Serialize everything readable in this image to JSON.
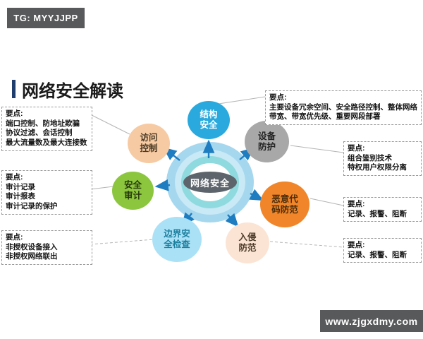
{
  "badges": {
    "top_left": "TG: MYYJJPP",
    "bottom_right": "www.zjgxdmy.com"
  },
  "title": "网络安全解读",
  "center_label": "网络安全",
  "nodes": {
    "structure": {
      "label": "结构安全",
      "color": "#29a9dd"
    },
    "access": {
      "label": "访问控制",
      "color": "#f6caa2"
    },
    "device": {
      "label": "设备防护",
      "color": "#a8a8a8"
    },
    "audit": {
      "label": "安全审计",
      "color": "#8cc63f"
    },
    "malware": {
      "label": "恶意代码防范",
      "color": "#f08529"
    },
    "boundary": {
      "label": "边界安全检查",
      "color": "#aae1f6"
    },
    "intrusion": {
      "label": "入侵防范",
      "color": "#fbe4d4"
    }
  },
  "boxes": {
    "ports": {
      "heading": "要点:",
      "lines": [
        "端口控制、防地址欺骗",
        "协议过滤、会话控制",
        "最大流量数及最大连接数"
      ]
    },
    "audit": {
      "heading": "要点:",
      "lines": [
        "审计记录",
        "审计报表",
        "审计记录的保护"
      ]
    },
    "unauthorized": {
      "heading": "要点:",
      "lines": [
        "非授权设备接入",
        "非授权网络联出"
      ]
    },
    "structure": {
      "heading": "要点:",
      "body": "主要设备冗余空间、安全路径控制、整体网络带宽、带宽优先级、重要网段部署"
    },
    "device": {
      "heading": "要点:",
      "lines": [
        "组合鉴别技术",
        "特权用户权限分离"
      ]
    },
    "malware": {
      "heading": "要点:",
      "lines": [
        "记录、报警、阻断"
      ]
    },
    "intrusion": {
      "heading": "要点:",
      "lines": [
        "记录、报警、阻断"
      ]
    }
  },
  "colors": {
    "arrow_blue": "#1e7cc0",
    "badge_bg": "#58595b",
    "title_bar_blue": "#1f3e6e",
    "ring_outer": "#a5d7ee",
    "ring_mid": "#c8e9f5",
    "ring_teal": "#8edade",
    "center_ellipse": "#5d646b"
  }
}
